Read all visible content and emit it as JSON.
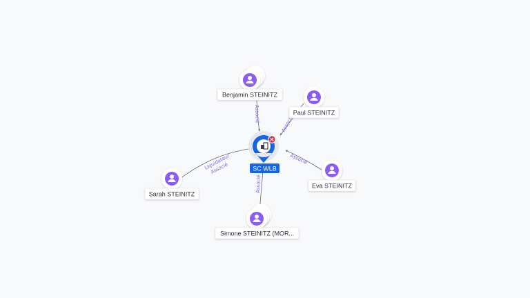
{
  "center": {
    "label": "SC WLB",
    "icon": "company-building-icon",
    "badge_icon": "close-icon",
    "colors": {
      "marker": "#1565e0",
      "badge": "#d9304c"
    }
  },
  "persons": [
    {
      "id": "benjamin",
      "name": "Benjamin STEINITZ",
      "relation": [
        "Associé"
      ],
      "stacked": true
    },
    {
      "id": "paul",
      "name": "Paul STEINITZ",
      "relation": [
        "Associé"
      ],
      "stacked": false
    },
    {
      "id": "eva",
      "name": "Eva STEINITZ",
      "relation": [
        "Associé"
      ],
      "stacked": false
    },
    {
      "id": "simone",
      "name": "Simone STEINITZ (MOR...",
      "relation": [
        "Associé"
      ],
      "stacked": true
    },
    {
      "id": "sarah",
      "name": "Sarah STEINITZ",
      "relation": [
        "Liquidateur",
        "Associé"
      ],
      "stacked": false
    }
  ],
  "person_icon": "person-icon",
  "colors": {
    "person": "#8b5cf6",
    "edge_label": "#7a68d9"
  }
}
